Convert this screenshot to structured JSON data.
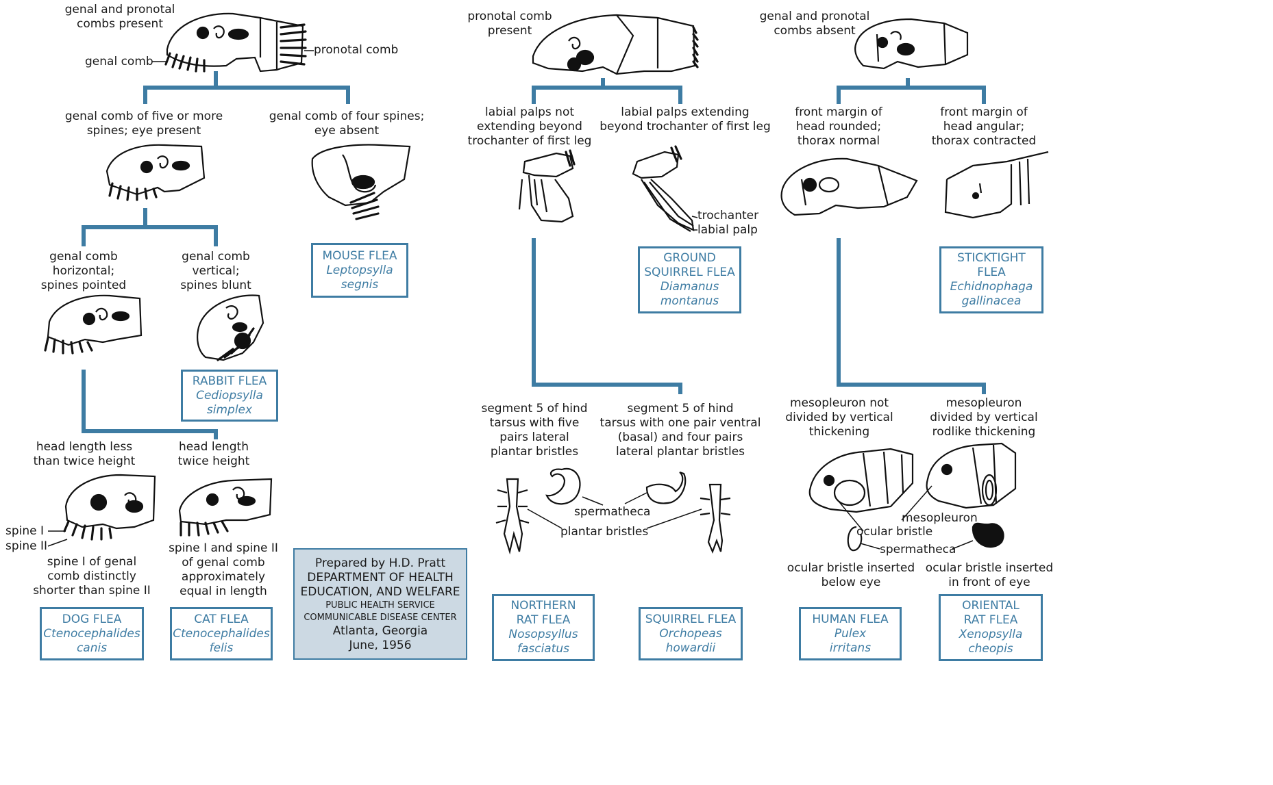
{
  "colors": {
    "accent": "#3e7ca3",
    "credit_bg": "#ccd9e3",
    "ink": "#111111"
  },
  "steps": {
    "genal_pronotal_present": "genal and pronotal\ncombs present",
    "pronotal_only": "pronotal comb\npresent",
    "combs_absent": "genal and pronotal\ncombs absent",
    "five_spines": "genal comb of five or more\nspines; eye present",
    "four_spines": "genal comb of four spines;\neye absent",
    "palps_not": "labial palps not\nextending beyond\ntrochanter of first leg",
    "palps_ext": "labial palps extending\nbeyond trochanter of first leg",
    "margin_round": "front margin of\nhead rounded;\nthorax normal",
    "margin_angular": "front margin of\nhead angular;\nthorax contracted",
    "horizontal": "genal comb\nhorizontal;\nspines pointed",
    "vertical": "genal comb\nvertical;\nspines blunt",
    "head_less": "head length less\nthan twice height",
    "head_twice": "head length\ntwice height",
    "seg5_five": "segment 5 of hind\ntarsus with five\npairs lateral\nplantar bristles",
    "seg5_one": "segment 5 of hind\ntarsus with one pair ventral\n(basal) and four pairs\nlateral plantar bristles",
    "meso_not": "mesopleuron not\ndivided by vertical\nthickening",
    "meso_div": "mesopleuron\ndivided by vertical\nrodlike thickening",
    "spine_short": "spine I of genal\ncomb distinctly\nshorter than spine II",
    "spine_equal": "spine I and spine II\nof genal comb\napproximately\nequal in length",
    "ocular_below": "ocular bristle inserted\nbelow eye",
    "ocular_front": "ocular bristle inserted\nin front of eye"
  },
  "callouts": {
    "genal_comb": "genal comb",
    "pronotal_comb": "pronotal comb",
    "trochanter": "trochanter",
    "labial_palp": "labial palp",
    "spine_1": "spine I",
    "spine_2": "spine II",
    "spermatheca": "spermatheca",
    "plantar_bristles": "plantar bristles",
    "mesopleuron": "mesopleuron",
    "ocular_bristle": "ocular bristle",
    "spermatheca_2": "spermatheca"
  },
  "species": {
    "mouse": {
      "common": "MOUSE FLEA",
      "sci": "Leptopsylla\nsegnis"
    },
    "rabbit": {
      "common": "RABBIT FLEA",
      "sci": "Cediopsylla\nsimplex"
    },
    "dog": {
      "common": "DOG FLEA",
      "sci": "Ctenocephalides\ncanis"
    },
    "cat": {
      "common": "CAT FLEA",
      "sci": "Ctenocephalides\nfelis"
    },
    "ground_squirrel": {
      "common": "GROUND\nSQUIRREL FLEA",
      "sci": "Diamanus\nmontanus"
    },
    "sticktight": {
      "common": "STICKTIGHT\nFLEA",
      "sci": "Echidnophaga\ngallinacea"
    },
    "northern_rat": {
      "common": "NORTHERN\nRAT FLEA",
      "sci": "Nosopsyllus\nfasciatus"
    },
    "squirrel": {
      "common": "SQUIRREL FLEA",
      "sci": "Orchopeas\nhowardii"
    },
    "human": {
      "common": "HUMAN FLEA",
      "sci": "Pulex\nirritans"
    },
    "oriental_rat": {
      "common": "ORIENTAL\nRAT FLEA",
      "sci": "Xenopsylla\ncheopis"
    }
  },
  "credit": {
    "line1": "Prepared by H.D. Pratt",
    "line2": "DEPARTMENT OF HEALTH",
    "line3": "EDUCATION, AND WELFARE",
    "line4": "PUBLIC HEALTH SERVICE",
    "line5": "COMMUNICABLE DISEASE CENTER",
    "line6": "Atlanta, Georgia",
    "line7": "June, 1956"
  }
}
